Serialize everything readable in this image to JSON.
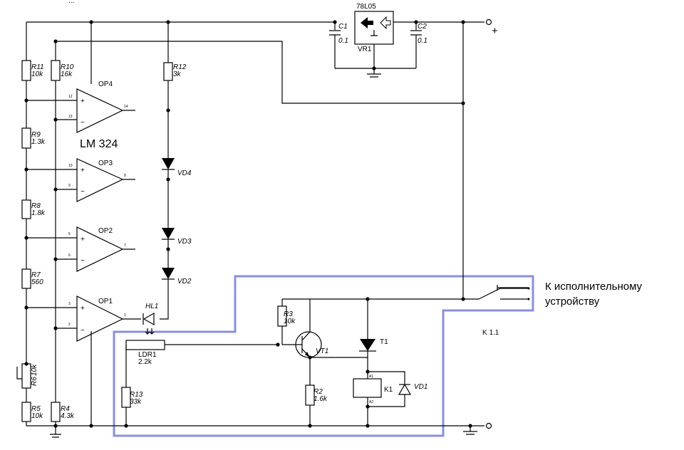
{
  "header_text": "...",
  "regulator": {
    "part": "78L05",
    "ref": "VR1"
  },
  "c1": {
    "ref": "C1",
    "value": "0.1"
  },
  "c2": {
    "ref": "C2",
    "value": "0.1"
  },
  "plus_sign": "+",
  "chip_label": "LM 324",
  "opamps": {
    "op1": {
      "name": "OP1",
      "pin_plus": "3",
      "pin_minus": "2",
      "pin_out": "1"
    },
    "op2": {
      "name": "OP2",
      "pin_plus": "5",
      "pin_minus": "6",
      "pin_out": "7"
    },
    "op3": {
      "name": "OP3",
      "pin_plus": "10",
      "pin_minus": "9",
      "pin_out": "8"
    },
    "op4": {
      "name": "OP4",
      "pin_plus": "12",
      "pin_minus": "13",
      "pin_out": "14"
    }
  },
  "resistors": {
    "r11": {
      "ref": "R11",
      "value": "10k"
    },
    "r10": {
      "ref": "R10",
      "value": "16k"
    },
    "r9": {
      "ref": "R9",
      "value": "1.3k"
    },
    "r8": {
      "ref": "R8",
      "value": "1.8k"
    },
    "r7": {
      "ref": "R7",
      "value": "560"
    },
    "r6": {
      "ref": "R6",
      "value": "10k"
    },
    "r5": {
      "ref": "R5",
      "value": "10k"
    },
    "r4": {
      "ref": "R4",
      "value": "4.3k"
    },
    "r12": {
      "ref": "R12",
      "value": "3k"
    },
    "r3": {
      "ref": "R3",
      "value": "10k"
    },
    "r2": {
      "ref": "R2",
      "value": "1.6k"
    },
    "r13": {
      "ref": "R13",
      "value": "33k"
    }
  },
  "ldr": {
    "ref": "LDR1",
    "value": "2.2k"
  },
  "diodes": {
    "vd4": "VD4",
    "vd3": "VD3",
    "vd2": "VD2",
    "vd1": "VD1"
  },
  "led": "HL1",
  "transistor": "VT1",
  "thyristor": "T1",
  "relay": {
    "ref": "K1",
    "pin_a1": "A1",
    "pin_a2": "A2",
    "contact": "K 1.1"
  },
  "output_label": {
    "line1": "К исполнительному",
    "line2": "устройству"
  },
  "colors": {
    "wire": "#000000",
    "highlight": "#8a8fe0",
    "background": "#ffffff"
  }
}
